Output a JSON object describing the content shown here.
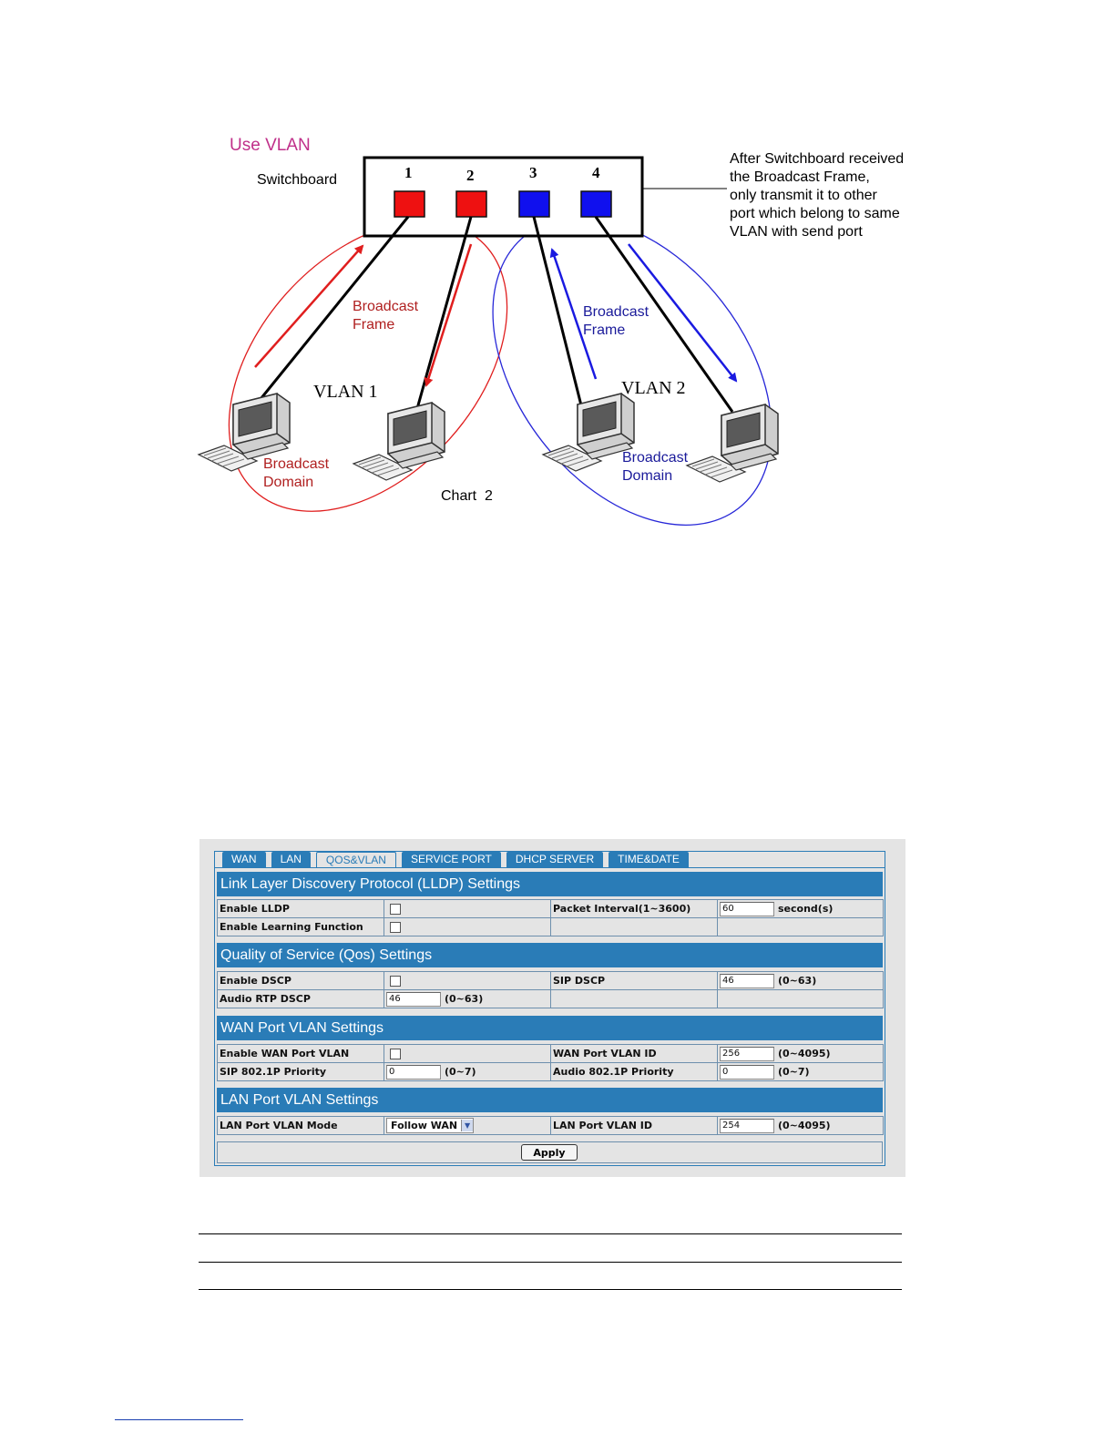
{
  "diagram": {
    "title": "Use VLAN",
    "switch_label": "Switchboard",
    "port_numbers": [
      "1",
      "2",
      "3",
      "4"
    ],
    "note_lines": [
      "After Switchboard received",
      "the Broadcast Frame,",
      "only transmit it to other",
      "port which belong to same",
      "VLAN with send port"
    ],
    "vlan1_label": "VLAN 1",
    "vlan2_label": "VLAN 2",
    "frame1_lines": [
      "Broadcast",
      "Frame"
    ],
    "frame2_lines": [
      "Broadcast",
      "Frame"
    ],
    "domain1_lines": [
      "Broadcast",
      "Domain"
    ],
    "domain2_lines": [
      "Broadcast",
      "Domain"
    ],
    "caption": "Chart  2",
    "colors": {
      "vlan1": "#e01e1e",
      "vlan2": "#1a1ae0",
      "title": "#c0308a"
    }
  },
  "panel": {
    "tabs": [
      {
        "label": "WAN",
        "active": false
      },
      {
        "label": "LAN",
        "active": false
      },
      {
        "label": "QOS&VLAN",
        "active": true
      },
      {
        "label": "SERVICE PORT",
        "active": false
      },
      {
        "label": "DHCP SERVER",
        "active": false
      },
      {
        "label": "TIME&DATE",
        "active": false
      }
    ],
    "lldp": {
      "title": "Link Layer Discovery Protocol (LLDP) Settings",
      "enable_lldp": "Enable LLDP",
      "packet_interval": "Packet Interval(1~3600)",
      "packet_interval_value": "60",
      "packet_interval_unit": "second(s)",
      "enable_learning": "Enable Learning Function"
    },
    "qos": {
      "title": "Quality of Service (Qos) Settings",
      "enable_dscp": "Enable DSCP",
      "sip_dscp": "SIP DSCP",
      "sip_dscp_value": "46",
      "sip_dscp_range": "(0~63)",
      "audio_rtp_dscp": "Audio RTP DSCP",
      "audio_rtp_dscp_value": "46",
      "audio_rtp_dscp_range": "(0~63)"
    },
    "wan_vlan": {
      "title": "WAN Port VLAN Settings",
      "enable_wan_vlan": "Enable WAN Port VLAN",
      "wan_vlan_id": "WAN Port VLAN ID",
      "wan_vlan_id_value": "256",
      "wan_vlan_id_range": "(0~4095)",
      "sip_priority": "SIP 802.1P Priority",
      "sip_priority_value": "0",
      "sip_priority_range": "(0~7)",
      "audio_priority": "Audio 802.1P Priority",
      "audio_priority_value": "0",
      "audio_priority_range": "(0~7)"
    },
    "lan_vlan": {
      "title": "LAN Port VLAN Settings",
      "lan_vlan_mode": "LAN Port VLAN Mode",
      "lan_vlan_mode_value": "Follow WAN",
      "lan_vlan_id": "LAN Port VLAN ID",
      "lan_vlan_id_value": "254",
      "lan_vlan_id_range": "(0~4095)"
    },
    "apply_label": "Apply",
    "colors": {
      "header": "#2a7cb7",
      "panel_bg": "#e4e4e4"
    }
  }
}
